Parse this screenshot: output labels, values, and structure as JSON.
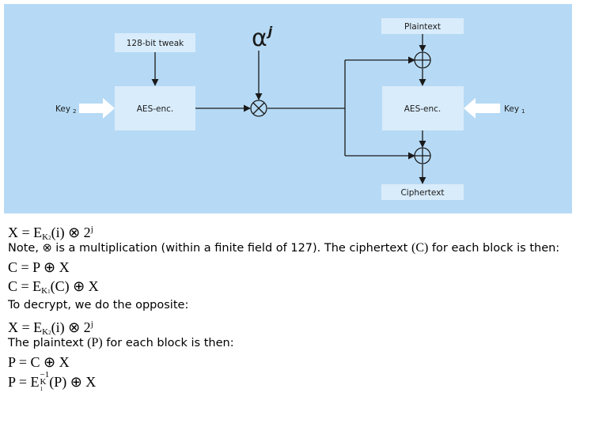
{
  "diagram": {
    "background": "#b6daf5",
    "box_fill": "#d9ecfb",
    "labels": {
      "tweak": "128-bit tweak",
      "alpha": "α",
      "alpha_sup": "j",
      "aes_left": "AES-enc.",
      "aes_right": "AES-enc.",
      "key2": "Key",
      "key2_sub": "2",
      "key1": "Key",
      "key1_sub": "1",
      "plaintext": "Plaintext",
      "ciphertext": "Ciphertext"
    },
    "icons": {
      "multiply": "circled-times-icon",
      "xor": "circled-plus-icon",
      "key_arrow": "arrow-icon"
    }
  },
  "text": {
    "line1": {
      "x": "X",
      "eq": " = E",
      "k": "K",
      "k_sub": "2",
      "rest": "(i) ⊗ 2",
      "sup": "j"
    },
    "line2": {
      "a": "Note, ⊗ is a multiplication (within a finite field of 127). The ciphertext ",
      "c": "(C)",
      "b": " for each block is then:"
    },
    "line3": "C = P ⊕ X",
    "line4": {
      "a": "C = E",
      "k": "K",
      "k_sub": "1",
      "rest": "(C) ⊕ X"
    },
    "line5": "To decrypt, we do the opposite:",
    "line6": {
      "x": "X",
      "eq": " = E",
      "k": "K",
      "k_sub": "2",
      "rest": "(i) ⊗ 2",
      "sup": "j"
    },
    "line7": {
      "a": "The plaintext ",
      "p": "(P)",
      "b": " for each block is then:"
    },
    "line8": "P = C ⊕ X",
    "line9": {
      "a": "P = E",
      "inv": "−1",
      "k": "K",
      "k_sub": "1",
      "rest": "(P) ⊕ X"
    }
  }
}
